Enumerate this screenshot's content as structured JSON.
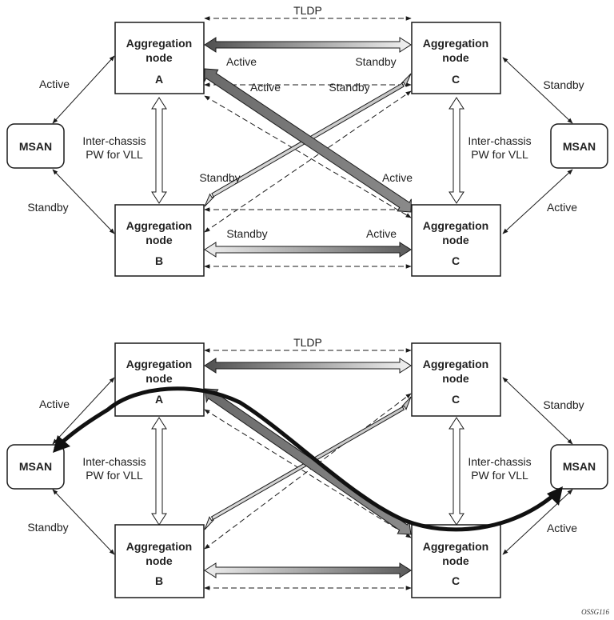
{
  "colors": {
    "active_dark": "#555555",
    "active_light": "#bdbdbd",
    "standby_dark": "#9a9a9a",
    "standby_light": "#e8e8e8",
    "line": "#1a1a1a",
    "path": "#111111"
  },
  "node": {
    "line1": "Aggregation",
    "line2": "node",
    "a": "A",
    "b": "B",
    "c": "C"
  },
  "msan": "MSAN",
  "tldp": "TLDP",
  "interchassis": {
    "line1": "Inter-chassis",
    "line2": "PW for VLL"
  },
  "status": {
    "active": "Active",
    "standby": "Standby"
  },
  "figure_id": "OSSG116"
}
